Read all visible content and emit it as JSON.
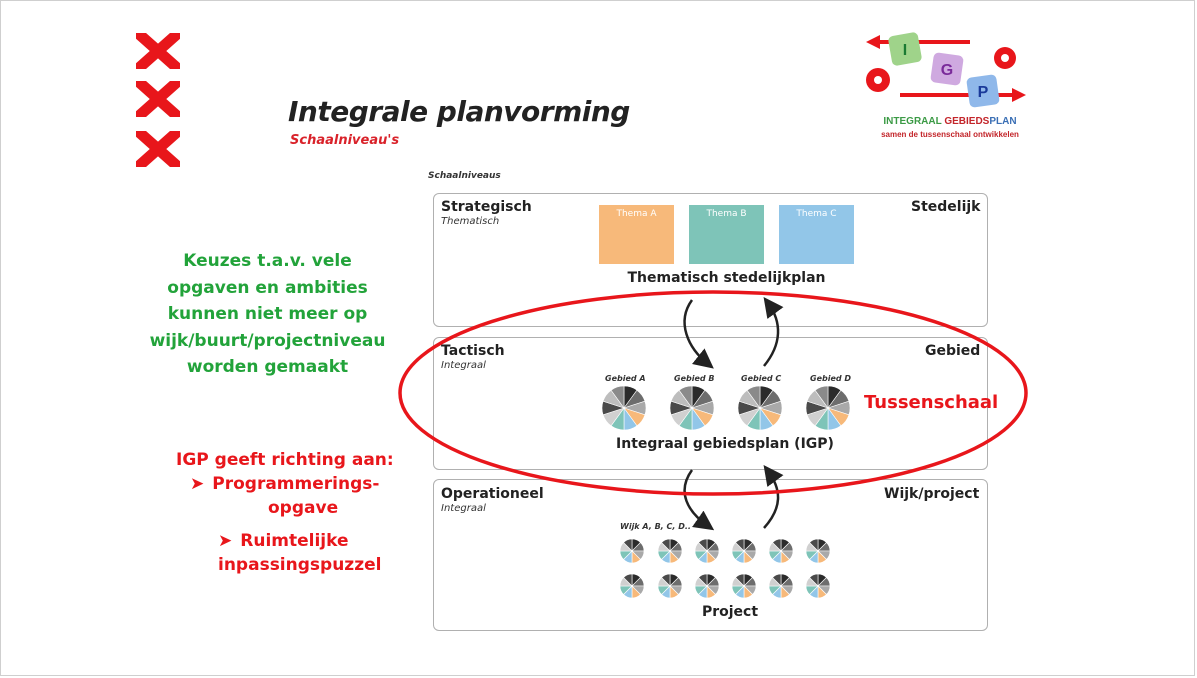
{
  "header": {
    "title": "Integrale planvorming",
    "subtitle": "Schaalniveau's"
  },
  "logo": {
    "letters": [
      "I",
      "G",
      "P"
    ],
    "line1_a": "INTEGRAAL",
    "line1_b": "GEBIEDS",
    "line1_c": "PLAN",
    "line2": "samen de tussenschaal ontwikkelen"
  },
  "left_text": {
    "green_lines": [
      "Keuzes  t.a.v. vele",
      "opgaven en ambities",
      "kunnen niet meer op",
      "wijk/buurt/projectniveau",
      "worden gemaakt"
    ],
    "igp_title": "IGP geeft richting aan:",
    "bullet1_a": "Programmerings-",
    "bullet1_b": "opgave",
    "bullet2_a": "Ruimtelijke",
    "bullet2_b": "inpassingspuzzel"
  },
  "diagram": {
    "heading": "Schaalniveaus",
    "strategic": {
      "label": "Strategisch",
      "sub": "Thematisch",
      "right": "Stedelijk",
      "themes": [
        "Thema A",
        "Thema B",
        "Thema C"
      ],
      "caption": "Thematisch stedelijkplan"
    },
    "tactical": {
      "label": "Tactisch",
      "sub": "Integraal",
      "right": "Gebied",
      "areas": [
        "Gebied A",
        "Gebied B",
        "Gebied C",
        "Gebied D"
      ],
      "caption": "Integraal gebiedsplan (IGP)"
    },
    "operational": {
      "label": "Operationeel",
      "sub": "Integraal",
      "right": "Wijk/project",
      "wijk_label": "Wijk A, B, C, D..",
      "caption": "Project"
    },
    "tussenschaal": "Tussenschaal"
  },
  "colors": {
    "red": "#e8161b",
    "green": "#22a33a",
    "theme_a": "#f7b97a",
    "theme_b": "#7ec4b8",
    "theme_c": "#92c6e8"
  }
}
